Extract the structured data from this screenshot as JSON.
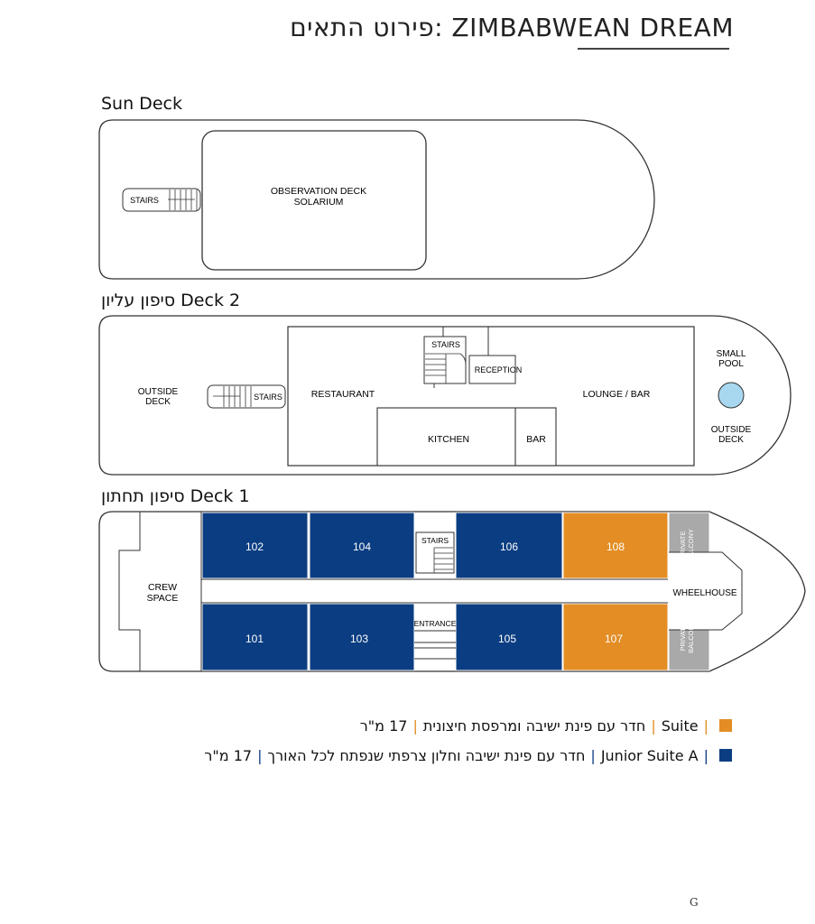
{
  "header": {
    "title": "פירוט התאים: ZIMBABWEAN DREAM"
  },
  "decks": {
    "sun": {
      "label": "Sun Deck",
      "stairs": "STAIRS",
      "observation_line1": "OBSERVATION DECK",
      "observation_line2": "SOLARIUM"
    },
    "deck2": {
      "label": "סיפון עליון Deck 2",
      "outside_line1": "OUTSIDE",
      "outside_line2": "DECK",
      "stairs_left": "STAIRS",
      "restaurant": "RESTAURANT",
      "stairs_mid": "STAIRS",
      "reception": "RECEPTION",
      "lounge": "LOUNGE / BAR",
      "kitchen": "KITCHEN",
      "bar": "BAR",
      "pool_line1": "SMALL",
      "pool_line2": "POOL",
      "outside_r_line1": "OUTSIDE",
      "outside_r_line2": "DECK"
    },
    "deck1": {
      "label": "סיפון תחתון Deck 1",
      "crew_line1": "CREW",
      "crew_line2": "SPACE",
      "stairs": "STAIRS",
      "entrance": "ENTRANCE",
      "wheelhouse": "WHEELHOUSE",
      "balcony_line1": "PRIVATE",
      "balcony_line2": "BALCONY",
      "cabins": {
        "c101": "101",
        "c102": "102",
        "c103": "103",
        "c104": "104",
        "c105": "105",
        "c106": "106",
        "c107": "107",
        "c108": "108"
      }
    }
  },
  "legend": {
    "suite": {
      "name": "Suite",
      "desc": "חדר עם פינת ישיבה ומרפסת חיצונית",
      "size": "17 מ\"ר",
      "color": "#e38d24"
    },
    "junior": {
      "name": "Junior Suite A",
      "desc": "חדר עם פינת ישיבה וחלון צרפתי שנפתח לכל האורך",
      "size": "17 מ\"ר",
      "color": "#0b3d82"
    }
  },
  "footer": {
    "mark": "G"
  }
}
